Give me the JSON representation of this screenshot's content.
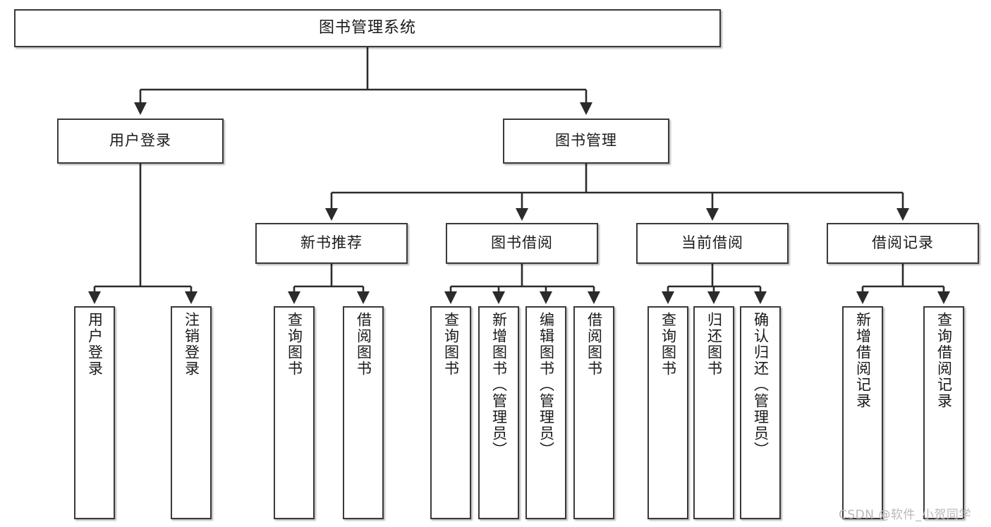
{
  "diagram": {
    "type": "tree-hierarchy",
    "title": "图书管理系统",
    "watermark": "CSDN @软件_小贺同学",
    "colors": {
      "box_border": "#3a3a3a",
      "box_fill": "#ffffff",
      "connector": "#2b2b2b",
      "text": "#1a1a1a",
      "watermark": "#b9b9b9"
    },
    "nodes": {
      "root": {
        "label": "图书管理系统"
      },
      "level2": [
        {
          "id": "user-login",
          "label": "用户登录"
        },
        {
          "id": "book-manage",
          "label": "图书管理"
        }
      ],
      "level3": [
        {
          "id": "new-book-recommend",
          "label": "新书推荐"
        },
        {
          "id": "book-borrow",
          "label": "图书借阅"
        },
        {
          "id": "current-borrow",
          "label": "当前借阅"
        },
        {
          "id": "borrow-record",
          "label": "借阅记录"
        }
      ],
      "leaves": {
        "user-login": [
          {
            "id": "leaf-user-login",
            "label": "用户登录"
          },
          {
            "id": "leaf-logout-login",
            "label": "注销登录"
          }
        ],
        "new-book-recommend": [
          {
            "id": "leaf-query-book-1",
            "label": "查询图书"
          },
          {
            "id": "leaf-borrow-book-1",
            "label": "借阅图书"
          }
        ],
        "book-borrow": [
          {
            "id": "leaf-query-book-2",
            "label": "查询图书"
          },
          {
            "id": "leaf-add-book-admin",
            "label": "新增图书（管理员）"
          },
          {
            "id": "leaf-edit-book-admin",
            "label": "编辑图书（管理员）"
          },
          {
            "id": "leaf-borrow-book-2",
            "label": "借阅图书"
          }
        ],
        "current-borrow": [
          {
            "id": "leaf-query-book-3",
            "label": "查询图书"
          },
          {
            "id": "leaf-return-book",
            "label": "归还图书"
          },
          {
            "id": "leaf-confirm-return-admin",
            "label": "确认归还（管理员）"
          }
        ],
        "borrow-record": [
          {
            "id": "leaf-add-borrow-record",
            "label": "新增借阅记录"
          },
          {
            "id": "leaf-query-borrow-record",
            "label": "查询借阅记录"
          }
        ]
      }
    }
  }
}
